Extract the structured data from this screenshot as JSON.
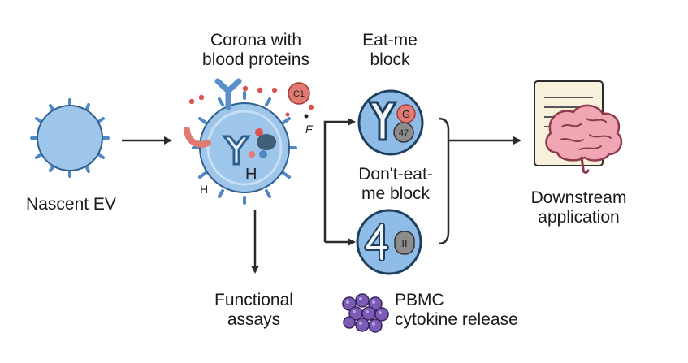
{
  "labels": {
    "nascent_ev": "Nascent EV",
    "corona_line1": "Corona with",
    "corona_line2": "blood proteins",
    "eatme_line1": "Eat-me",
    "eatme_line2": "block",
    "donteat_line1": "Don't-eat-",
    "donteat_line2": "me block",
    "downstream_line1": "Downstream",
    "downstream_line2": "application",
    "functional_line1": "Functional",
    "functional_line2": "assays",
    "pbmc_line1": "PBMC",
    "pbmc_line2": "cytokine release"
  },
  "glyphs": {
    "c1": "C1",
    "f": "F",
    "h_inside": "H",
    "h_outside": "H",
    "g": "G",
    "n47": "47",
    "ii": "II"
  },
  "colors": {
    "vesicle_fill": "#9ec6ea",
    "vesicle_stroke": "#2e5f8f",
    "spike": "#4e88c6",
    "protein_blue": "#5b8fc9",
    "protein_red": "#e07a72",
    "dot_red": "#d9534f",
    "arrow": "#2b2b2b",
    "brain": "#f0a6b3",
    "pbmc": "#7b5bb6",
    "document": "#f7f1dc"
  }
}
